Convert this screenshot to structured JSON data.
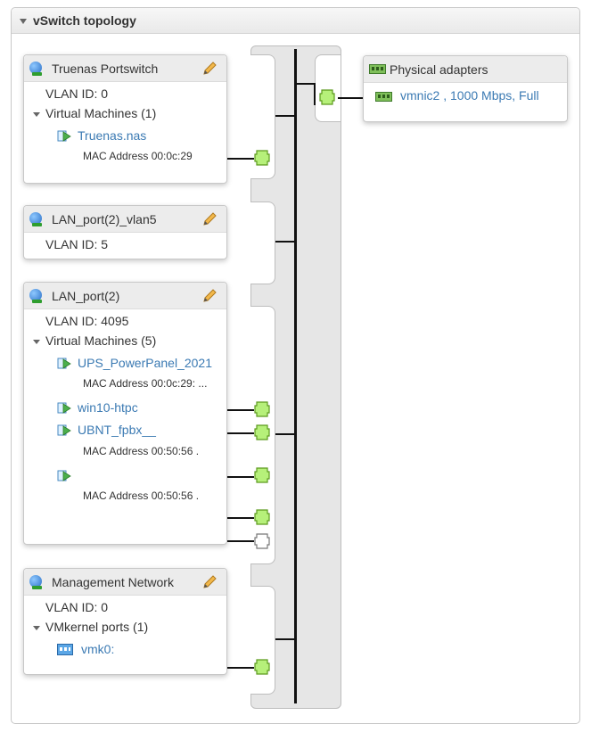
{
  "panel": {
    "title": "vSwitch topology"
  },
  "port_groups": [
    {
      "name": "Truenas Portswitch",
      "vlan": "VLAN ID: 0",
      "section": "Virtual Machines (1)",
      "items": [
        {
          "name": "Truenas.nas",
          "mac": "MAC Address 00:0c:29"
        }
      ]
    },
    {
      "name": "LAN_port(2)_vlan5",
      "vlan": "VLAN ID: 5"
    },
    {
      "name": "LAN_port(2)",
      "vlan": "VLAN ID: 4095",
      "section": "Virtual Machines (5)",
      "items": [
        {
          "name": "UPS_PowerPanel_2021",
          "mac": "MAC Address 00:0c:29:  ..."
        },
        {
          "name": "win10-htpc",
          "mac": ""
        },
        {
          "name": "UBNT_fpbx__",
          "mac": "MAC Address 00:50:56      ."
        },
        {
          "name": "",
          "mac": "MAC Address 00:50:56      ."
        }
      ]
    },
    {
      "name": "Management Network",
      "vlan": "VLAN ID: 0",
      "section": "VMkernel ports (1)",
      "items": [
        {
          "name": "vmk0:"
        }
      ]
    }
  ],
  "physical_adapters": {
    "title": "Physical adapters",
    "items": [
      {
        "label": "vmnic2 , 1000 Mbps, Full"
      }
    ]
  },
  "colors": {
    "link": "#3b7ab3",
    "port_connected": "#b6f07a",
    "port_connected_border": "#5c9a1e",
    "port_empty": "#ffffff",
    "pencil": "#e0a23a"
  }
}
